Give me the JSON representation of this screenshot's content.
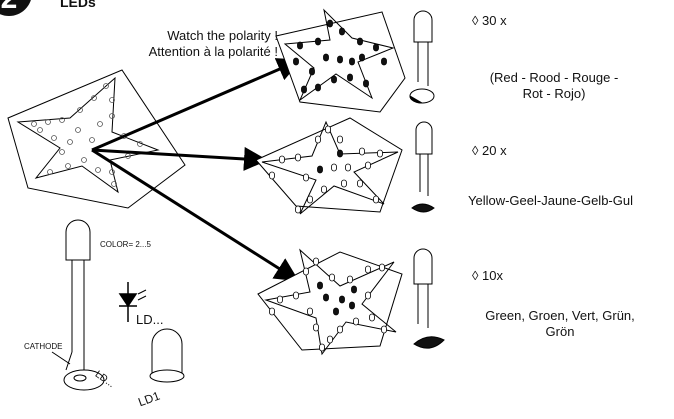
{
  "header": {
    "step_number": "2",
    "title": "LEDs"
  },
  "warning": {
    "line1": "Watch the polarity !",
    "line2": "Attention à la polarité !"
  },
  "groups": [
    {
      "qty": "◊ 30 x",
      "colors_line1": "(Red - Rood - Rouge -",
      "colors_line2": "Rot - Rojo)"
    },
    {
      "qty": "◊ 20 x",
      "colors_line1": "Yellow-Geel-Jaune-Gelb-Gul",
      "colors_line2": ""
    },
    {
      "qty": "◊ 10x",
      "colors_line1": "Green, Groen, Vert, Grün,",
      "colors_line2": "Grön"
    }
  ],
  "led_diagram": {
    "color_label": "COLOR= 2...5",
    "symbol_label": "LD...",
    "cathode_label": "CATHODE",
    "lead_label": "LD...",
    "pcb_label": "LD1"
  }
}
